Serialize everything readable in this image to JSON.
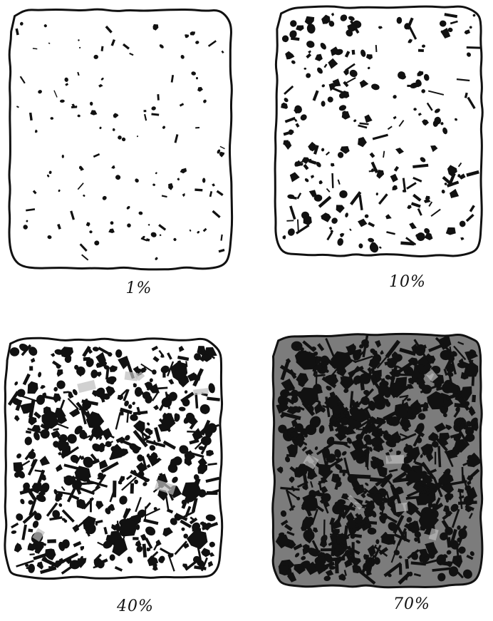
{
  "figure": {
    "panels": [
      {
        "id": "p1",
        "label": "1%",
        "fraction": 0.01,
        "seed": 11
      },
      {
        "id": "p10",
        "label": "10%",
        "fraction": 0.1,
        "seed": 23
      },
      {
        "id": "p40",
        "label": "40%",
        "fraction": 0.4,
        "seed": 37
      },
      {
        "id": "p70",
        "label": "70%",
        "fraction": 0.7,
        "seed": 53
      }
    ],
    "colors": {
      "ink": "#111111",
      "paper": "#ffffff",
      "speckle": "#bdbdbd"
    }
  }
}
